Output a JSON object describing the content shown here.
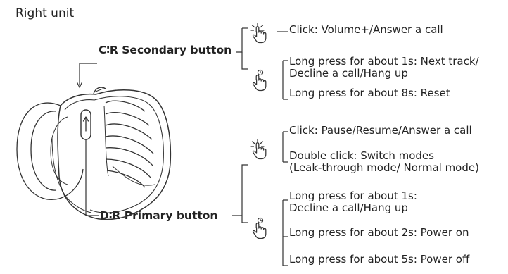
{
  "title": "Right unit",
  "buttons": {
    "c": {
      "label": "C∶R Secondary button",
      "click": "Click: Volume+/Answer a call",
      "long1": "Long press for about 1s: Next track/\nDecline a call/Hang up",
      "long8": "Long press for about 8s: Reset"
    },
    "d": {
      "label": "D∶R Primary button",
      "click": "Click: Pause/Resume/Answer a call",
      "double": "Double click: Switch modes\n(Leak-through mode/ Normal mode)",
      "long1": "Long press for about 1s:\nDecline a call/Hang up",
      "long2": "Long press for about 2s: Power on",
      "long5": "Long press for about 5s: Power off"
    }
  },
  "icons": [
    "tap-icon",
    "long-press-icon"
  ]
}
